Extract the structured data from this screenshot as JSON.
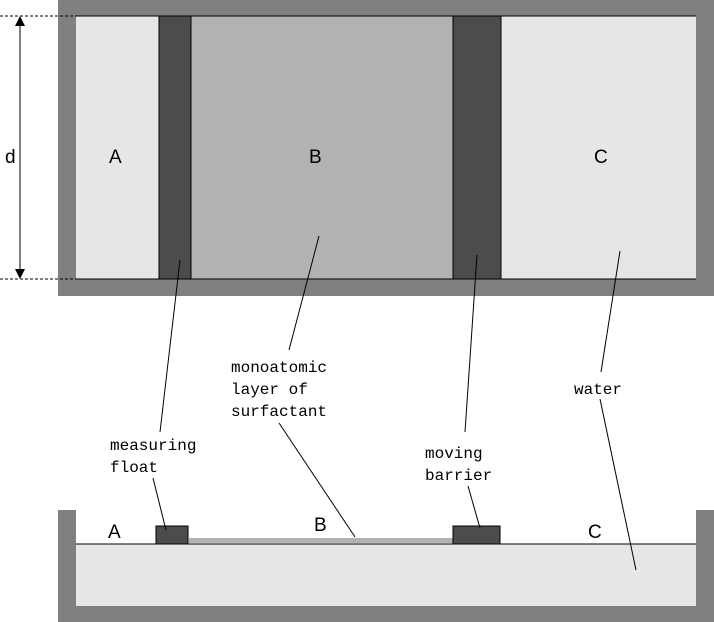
{
  "diagram": {
    "top_view": {
      "dimension_label": "d",
      "region_labels": {
        "a": "A",
        "b": "B",
        "c": "C"
      }
    },
    "side_view": {
      "region_labels": {
        "a": "A",
        "b": "B",
        "c": "C"
      }
    },
    "callouts": {
      "surfactant": [
        "monoatomic",
        "layer of",
        "surfactant"
      ],
      "water": [
        "water"
      ],
      "float": [
        "measuring",
        "float"
      ],
      "barrier": [
        "moving",
        "barrier"
      ]
    }
  }
}
